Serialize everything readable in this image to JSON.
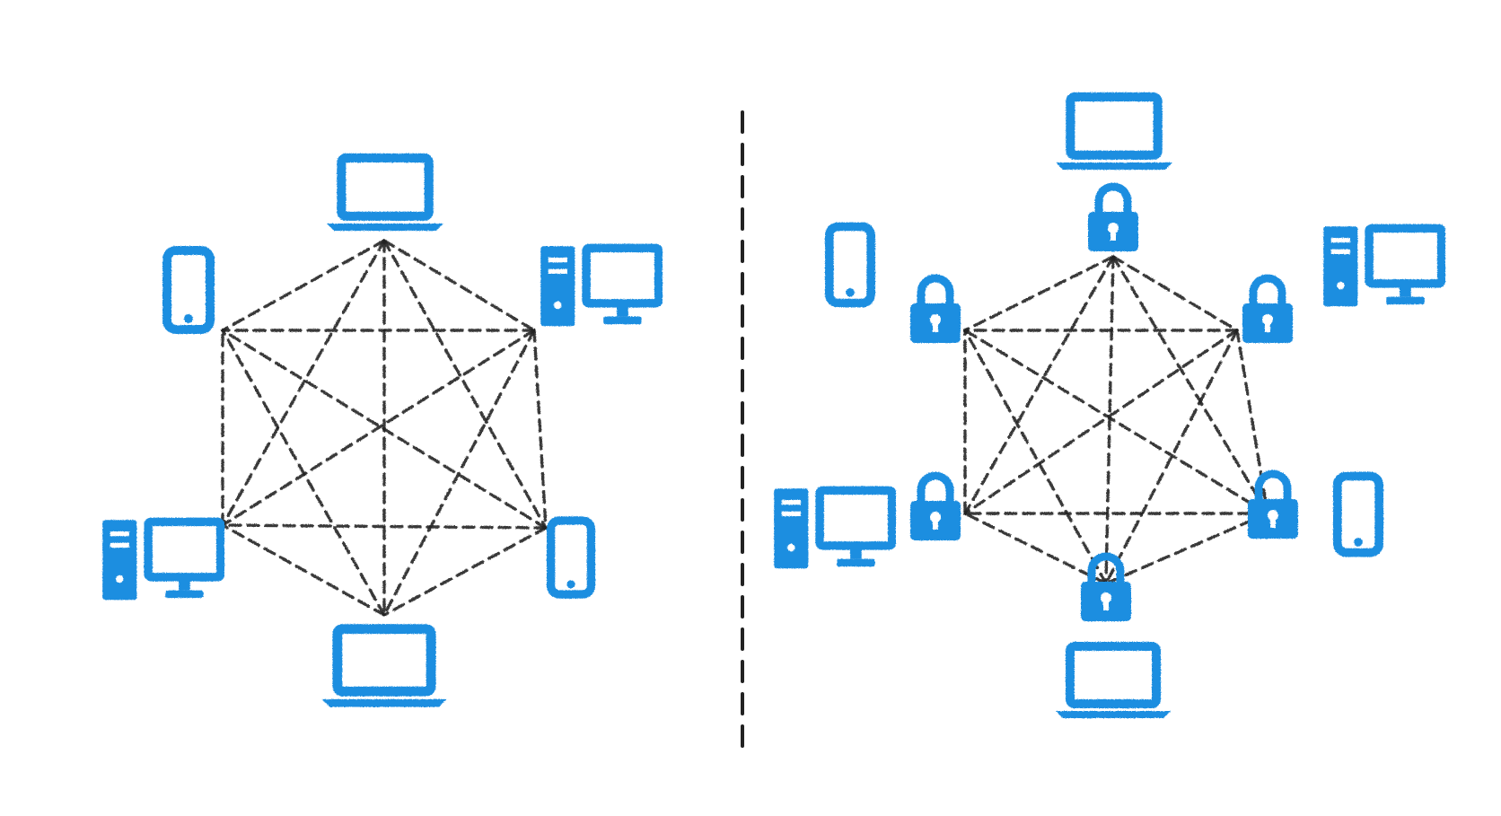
{
  "colors": {
    "device": "#1e8ee0",
    "edge": "#222222",
    "background": "#ffffff"
  },
  "left_network": {
    "name": "unsecured-mesh",
    "nodes": [
      {
        "id": "top",
        "icon": "laptop-icon"
      },
      {
        "id": "top-right",
        "icon": "desktop-computer-icon"
      },
      {
        "id": "bottom-right",
        "icon": "smartphone-icon"
      },
      {
        "id": "bottom",
        "icon": "laptop-icon"
      },
      {
        "id": "bottom-left",
        "icon": "desktop-computer-icon"
      },
      {
        "id": "top-left",
        "icon": "smartphone-icon"
      }
    ],
    "connection": "full-mesh-dashed",
    "locks": false
  },
  "right_network": {
    "name": "secured-mesh",
    "nodes": [
      {
        "id": "top",
        "icon": "laptop-icon"
      },
      {
        "id": "top-right",
        "icon": "desktop-computer-icon"
      },
      {
        "id": "bottom-right",
        "icon": "smartphone-icon"
      },
      {
        "id": "bottom",
        "icon": "laptop-icon"
      },
      {
        "id": "bottom-left",
        "icon": "desktop-computer-icon"
      },
      {
        "id": "top-left",
        "icon": "smartphone-icon"
      }
    ],
    "connection": "full-mesh-dashed",
    "locks": true,
    "lock_icon": "padlock-icon"
  },
  "divider": "dashed-vertical-line"
}
